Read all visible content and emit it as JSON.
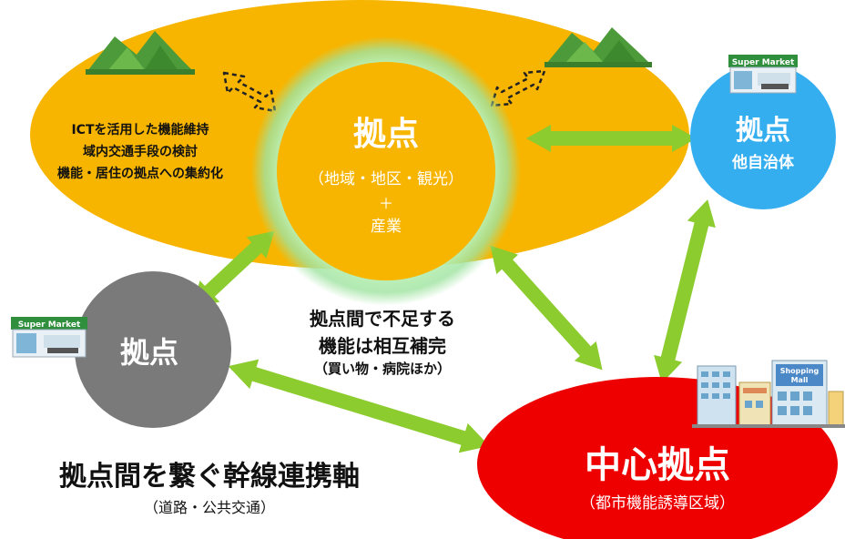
{
  "colors": {
    "ellipse": "#f7b500",
    "hub_glow": "#9fe3a0",
    "hub": "#f7b500",
    "gray_node": "#7a7a7a",
    "blue_node": "#35aef0",
    "center_node": "#ee0000",
    "arrow": "#8ccc2f",
    "text_dark": "#111111",
    "text_white": "#ffffff"
  },
  "region_notes": [
    "ICTを活用した機能維持",
    "域内交通手段の検討",
    "機能・居住の拠点への集約化"
  ],
  "hub": {
    "title": "拠点",
    "subtitle": "（地域・地区・観光）",
    "plus": "＋",
    "industry": "産業"
  },
  "left_node": {
    "label": "拠点"
  },
  "right_node": {
    "title": "拠点",
    "subtitle": "他自治体"
  },
  "center_node": {
    "title": "中心拠点",
    "subtitle": "（都市機能誘導区域）"
  },
  "middle_text": {
    "line1": "拠点間で不足する",
    "line2": "機能は相互補完",
    "line3": "（買い物・病院ほか）"
  },
  "axis_text": {
    "title": "拠点間を繋ぐ幹線連携軸",
    "subtitle": "（道路・公共交通）"
  },
  "icons": {
    "supermarket_sign": "Super Market",
    "mall_sign_1": "Shopping",
    "mall_sign_2": "Mall"
  }
}
